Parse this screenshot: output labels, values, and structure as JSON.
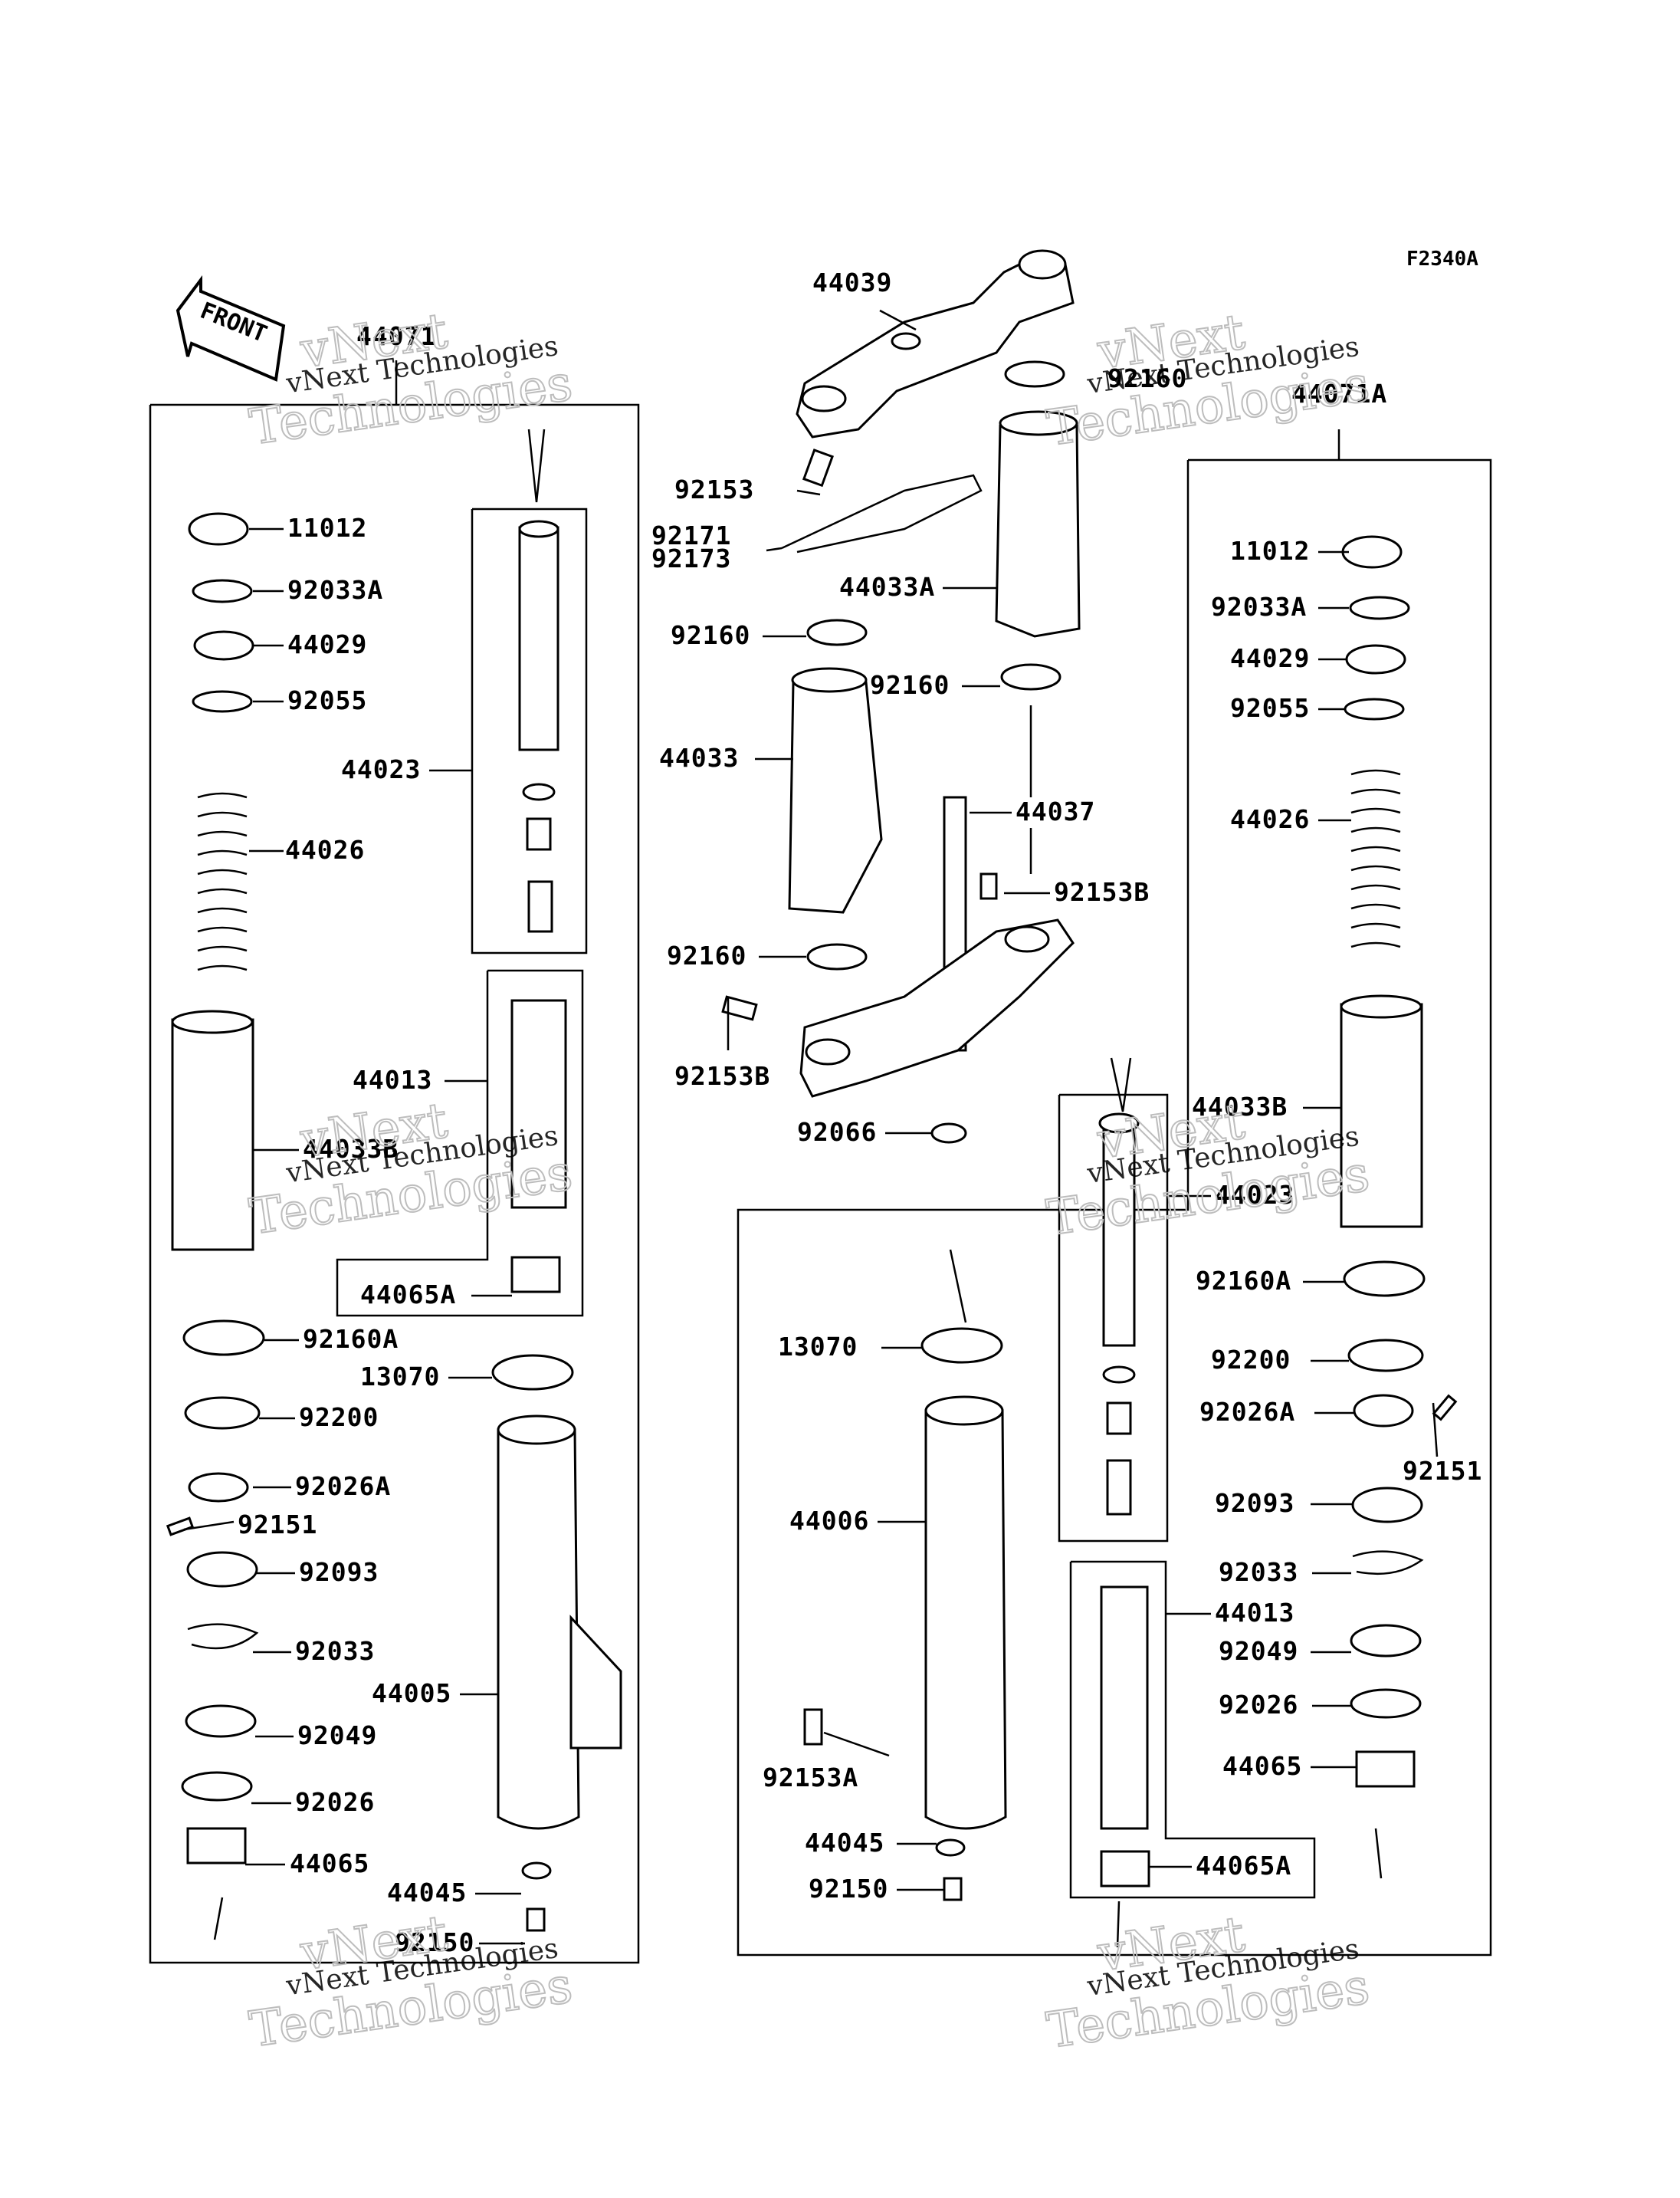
{
  "diagram_code": "F2340A",
  "front_label": "FRONT",
  "watermark": {
    "line1": "vNext Technologies",
    "line2a": "vNext",
    "line2b": "Technologies"
  },
  "labels": {
    "top_44039": "44039",
    "top_92160": "92160",
    "top_44071A": "44071A",
    "top_92153": "92153",
    "top_92171": "92171",
    "top_92173": "92173",
    "top_44033A": "44033A",
    "top_92160b": "92160",
    "top_92160c": "92160",
    "top_44033": "44033",
    "top_44037": "44037",
    "top_92153B": "92153B",
    "top_92160d": "92160",
    "top_92153B2": "92153B",
    "top_92066": "92066",
    "l_44071": "44071",
    "l_11012": "11012",
    "l_92033A": "92033A",
    "l_44029": "44029",
    "l_92055": "92055",
    "l_44023": "44023",
    "l_44026": "44026",
    "l_44013": "44013",
    "l_44033B": "44033B",
    "l_44065A": "44065A",
    "l_92160A": "92160A",
    "l_13070": "13070",
    "l_92200": "92200",
    "l_92026A": "92026A",
    "l_92151": "92151",
    "l_92093": "92093",
    "l_92033": "92033",
    "l_44005": "44005",
    "l_92049": "92049",
    "l_92026": "92026",
    "l_44065": "44065",
    "l_44045": "44045",
    "l_92150": "92150",
    "r_11012": "11012",
    "r_92033A": "92033A",
    "r_44029": "44029",
    "r_92055": "92055",
    "r_44026": "44026",
    "r_44033B": "44033B",
    "r_44023": "44023",
    "r_92160A": "92160A",
    "r_13070": "13070",
    "r_92200": "92200",
    "r_92026A": "92026A",
    "r_92151": "92151",
    "r_44006": "44006",
    "r_92093": "92093",
    "r_92033": "92033",
    "r_44013": "44013",
    "r_92049": "92049",
    "r_92026": "92026",
    "r_44065": "44065",
    "r_92153A": "92153A",
    "r_44045": "44045",
    "r_92150": "92150",
    "r_44065A": "44065A"
  }
}
